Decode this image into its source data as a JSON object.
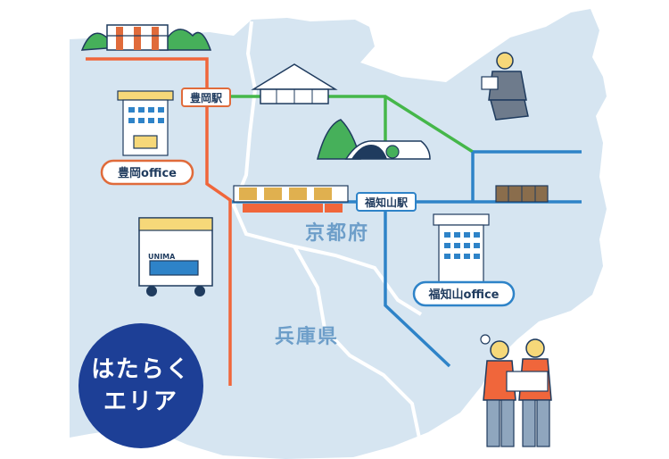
{
  "map": {
    "regions": [
      {
        "id": "kyoto",
        "label": "京都府"
      },
      {
        "id": "hyogo",
        "label": "兵庫県"
      }
    ],
    "stations": [
      {
        "id": "toyooka",
        "label": "豊岡駅"
      },
      {
        "id": "fukuchiyama",
        "label": "福知山駅"
      }
    ],
    "offices": [
      {
        "id": "toyooka",
        "label": "豊岡office"
      },
      {
        "id": "fukuchiyama",
        "label": "福知山office"
      }
    ],
    "badge": {
      "line1": "はたらく",
      "line2": "エリア"
    },
    "truck_logo": "UNIMA",
    "colors": {
      "land": "#d6e5f1",
      "line_orange": "#f0663b",
      "line_green": "#45b74a",
      "line_blue": "#2e83c8",
      "badge": "#1d3f96",
      "label_outline": "#e06b3b",
      "office_yellow": "#f6d879",
      "region_text": "#6d9ec9"
    }
  }
}
